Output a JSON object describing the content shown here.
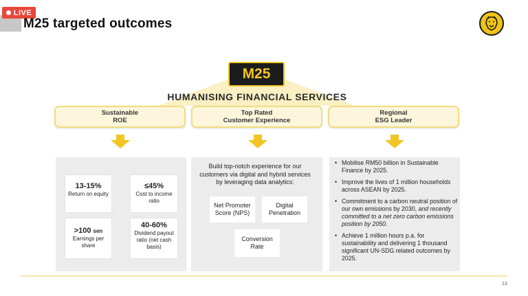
{
  "live_badge": "LIVE",
  "title": "M25 targeted outcomes",
  "logo": {
    "icon": "tiger-emblem-icon",
    "color": "#f1c318"
  },
  "banner": {
    "code": "M25",
    "tagline": "HUMANISING FINANCIAL SERVICES"
  },
  "pillars": [
    {
      "line1": "Sustainable",
      "line2": "ROE"
    },
    {
      "line1": "Top Rated",
      "line2": "Customer Experience"
    },
    {
      "line1": "Regional",
      "line2": "ESG Leader"
    }
  ],
  "roe_metrics": [
    {
      "big": "13-15%",
      "desc": "Return on equity"
    },
    {
      "big": "≤45%",
      "desc": "Cost to income ratio"
    },
    {
      "big": ">100",
      "unit": "sen",
      "desc": "Earnings per share"
    },
    {
      "big": "40-60%",
      "desc": "Dividend payout ratio (net cash basis)"
    }
  ],
  "customer_experience": {
    "intro": "Build top-notch experience for our customers via digital and hybrid services by leveraging data analytics:",
    "metrics": [
      "Net Promoter Score (NPS)",
      "Digital Penetration",
      "Conversion Rate"
    ]
  },
  "esg": {
    "b1": "Mobilise RM50 billion in Sustainable Finance by 2025.",
    "b2": "Improve the lives of 1 million households across ASEAN by 2025.",
    "b3_plain": "Commitment to a carbon neutral position of our own emissions by 2030,",
    "b3_italic": "and recently committed to a net zero carbon emissions position by 2050.",
    "b4": "Achieve 1 million hours p.a. for sustainability and delivering 1 thousand significant UN-SDG related outcomes by 2025."
  },
  "page_number": "13",
  "colors": {
    "accent": "#f2c522",
    "live": "#e8473b",
    "dark": "#1c1c1c"
  }
}
